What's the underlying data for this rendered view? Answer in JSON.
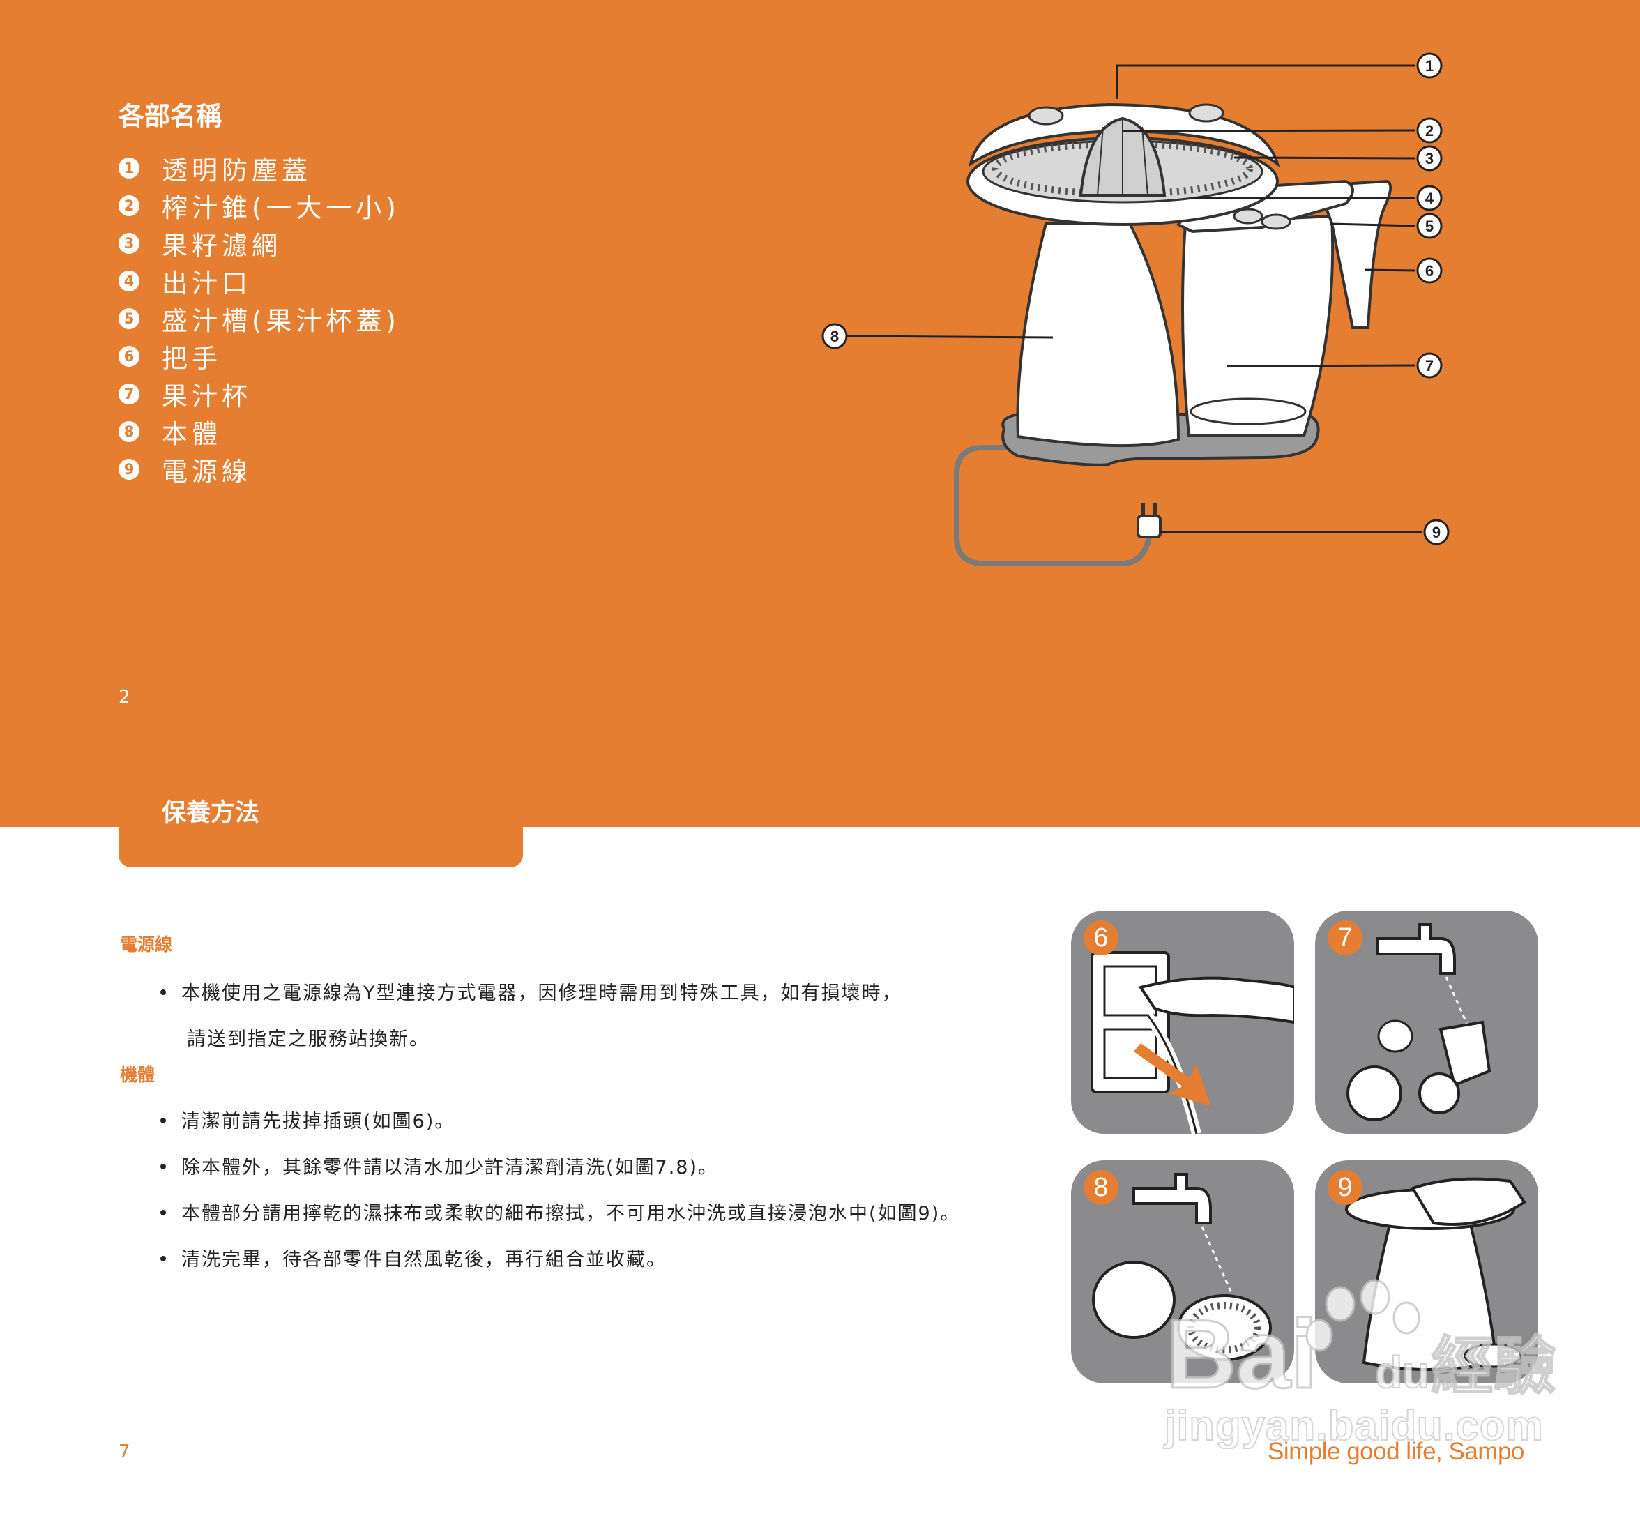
{
  "parts": {
    "title": "各部名稱",
    "items": [
      {
        "num": "1",
        "label": "透明防塵蓋"
      },
      {
        "num": "2",
        "label": "榨汁錐(一大一小)"
      },
      {
        "num": "3",
        "label": "果籽濾網"
      },
      {
        "num": "4",
        "label": "出汁口"
      },
      {
        "num": "5",
        "label": "盛汁槽(果汁杯蓋)"
      },
      {
        "num": "6",
        "label": "把手"
      },
      {
        "num": "7",
        "label": "果汁杯"
      },
      {
        "num": "8",
        "label": "本體"
      },
      {
        "num": "9",
        "label": "電源線"
      }
    ],
    "page_number": "2"
  },
  "diagram": {
    "callouts": [
      "1",
      "2",
      "3",
      "4",
      "5",
      "6",
      "7",
      "8",
      "9"
    ]
  },
  "care": {
    "title": "保養方法",
    "power_cord": {
      "heading": "電源線",
      "bullet_line1": "本機使用之電源線為Y型連接方式電器，因修理時需用到特殊工具，如有損壞時，",
      "bullet_line2": "請送到指定之服務站換新。"
    },
    "body": {
      "heading": "機體",
      "bullets": [
        "清潔前請先拔掉插頭(如圖6)。",
        "除本體外，其餘零件請以清水加少許清潔劑清洗(如圖7.8)。",
        "本體部分請用擰乾的濕抹布或柔軟的細布擦拭，不可用水沖洗或直接浸泡水中(如圖9)。",
        "清洗完畢，待各部零件自然風乾後，再行組合並收藏。"
      ]
    },
    "figures": [
      "6",
      "7",
      "8",
      "9"
    ],
    "page_number": "7",
    "slogan": "Simple good life, Sampo"
  },
  "watermark": {
    "brand": "Bai",
    "brand2": "du",
    "product": "經驗",
    "url": "jingyan.baidu.com"
  },
  "colors": {
    "accent": "#e67e32",
    "panel_gray": "#8b8b8d",
    "text": "#222222"
  }
}
